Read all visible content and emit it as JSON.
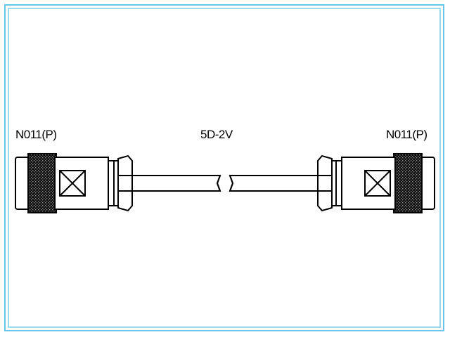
{
  "diagram": {
    "type": "coaxial-cable-assembly-drawing",
    "frame_color": "#6BC5E8",
    "line_color": "#000000",
    "background_color": "#ffffff",
    "labels": {
      "left_connector": "N011(P)",
      "right_connector": "N011(P)",
      "cable": "5D-2V"
    },
    "components": [
      {
        "name": "left-connector",
        "type": "N-type plug",
        "designation": "N011(P)"
      },
      {
        "name": "cable",
        "type": "coaxial cable",
        "designation": "5D-2V"
      },
      {
        "name": "right-connector",
        "type": "N-type plug",
        "designation": "N011(P)"
      }
    ]
  }
}
